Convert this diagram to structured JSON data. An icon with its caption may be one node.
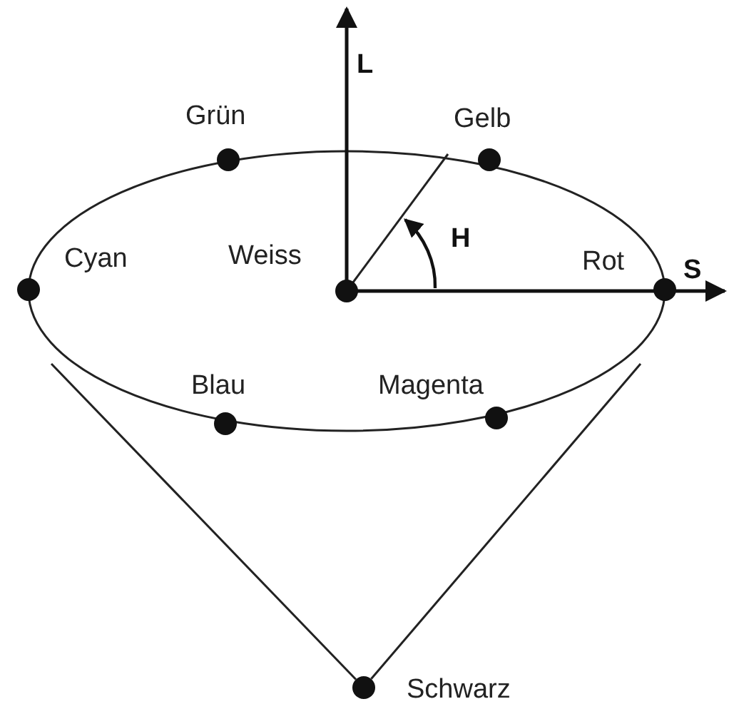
{
  "diagram": {
    "nodes": [
      {
        "text": [],
        "shape": "circle",
        "beside": [
          "Grün"
        ]
      },
      {
        "text": [],
        "shape": "circle",
        "beside": [
          "Gelb"
        ]
      },
      {
        "text": [],
        "shape": "circle",
        "beside": [
          "Cyan"
        ]
      },
      {
        "text": [],
        "shape": "circle",
        "beside": [
          "Weiss"
        ]
      },
      {
        "text": [],
        "shape": "circle",
        "beside": [
          "Rot"
        ]
      },
      {
        "text": [],
        "shape": "circle",
        "beside": [
          "Blau"
        ]
      },
      {
        "text": [],
        "shape": "circle",
        "beside": [
          "Magenta"
        ]
      },
      {
        "text": [],
        "shape": "circle",
        "beside": [
          "Schwarz"
        ]
      }
    ],
    "edges": [
      {
        "from": null,
        "to": 7,
        "arrow": "none"
      },
      {
        "from": null,
        "to": 7,
        "arrow": "none"
      }
    ],
    "labels": [
      "L",
      "H",
      "S"
    ]
  }
}
